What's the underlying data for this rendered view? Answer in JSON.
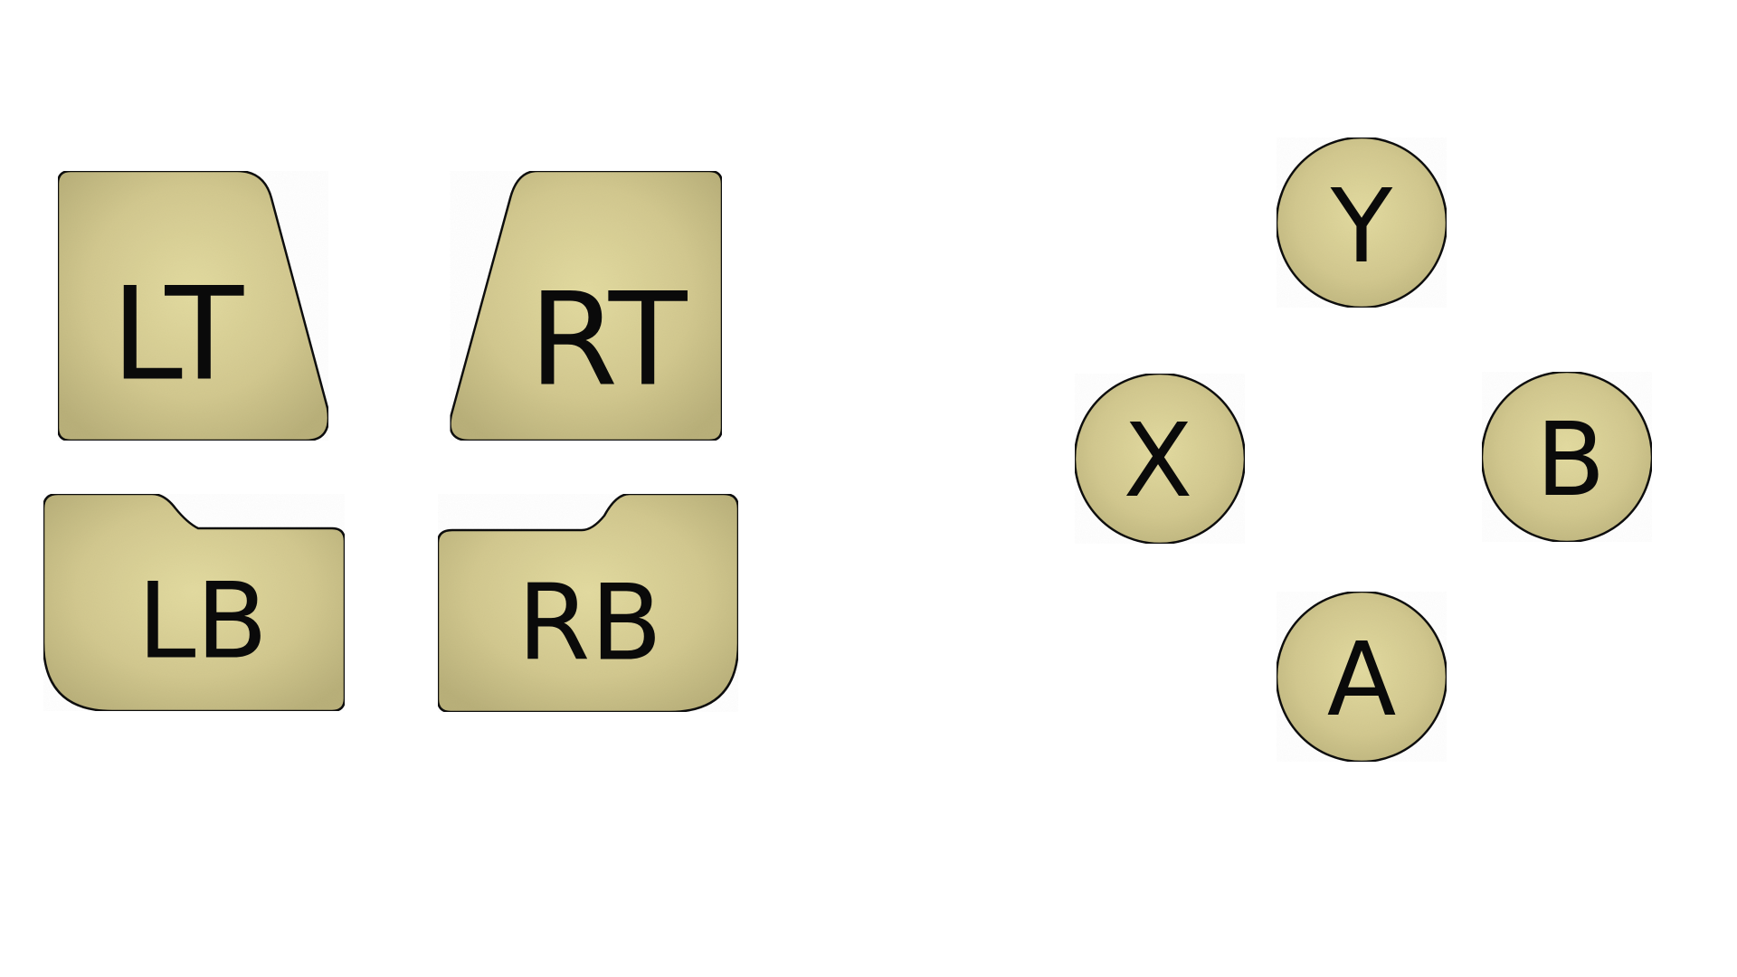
{
  "colors": {
    "background": "#ffffff",
    "button_fill_center": "#e3dba0",
    "button_fill_mid": "#d2c88f",
    "button_fill_edge": "#b9b07a",
    "outline": "#111111",
    "label": "#0a0a0a"
  },
  "triggers": {
    "left_trigger": "LT",
    "right_trigger": "RT"
  },
  "bumpers": {
    "left_bumper": "LB",
    "right_bumper": "RB"
  },
  "face_buttons": {
    "y": "Y",
    "x": "X",
    "b": "B",
    "a": "A"
  }
}
